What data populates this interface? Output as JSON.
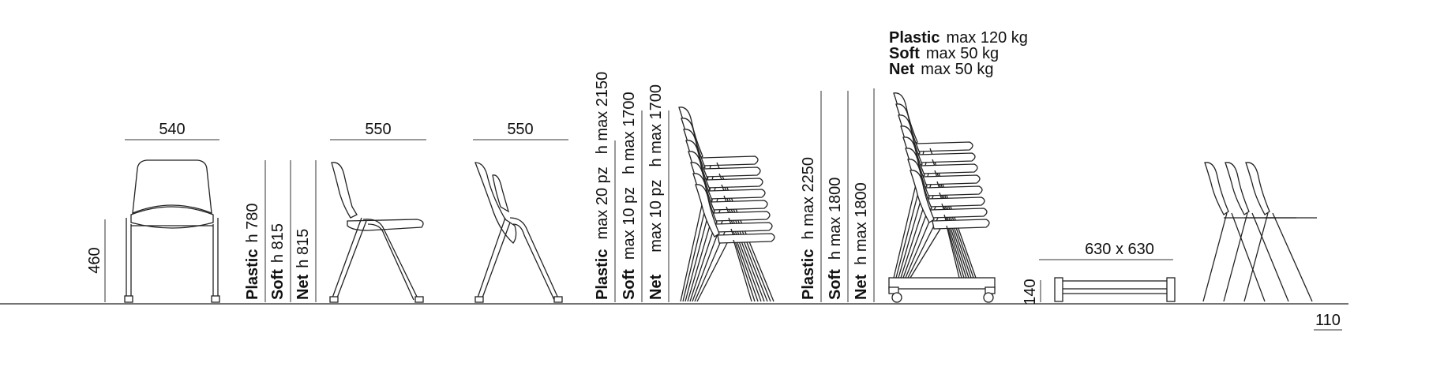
{
  "dimensions": {
    "front_width": "540",
    "seat_height": "460",
    "side_width_1": "550",
    "side_width_2": "550",
    "trolley_footprint": "630 x 630",
    "trolley_height": "140",
    "row_pitch": "110"
  },
  "heights": [
    {
      "material": "Plastic",
      "value": "h 780"
    },
    {
      "material": "Soft",
      "value": "h 815"
    },
    {
      "material": "Net",
      "value": "h 815"
    }
  ],
  "stack_floor": [
    {
      "material": "Plastic",
      "count": "max 20 pz",
      "height": "h max 2150"
    },
    {
      "material": "Soft",
      "count": "max 10 pz",
      "height": "h max 1700"
    },
    {
      "material": "Net",
      "count": "max 10 pz",
      "height": "h max 1700"
    }
  ],
  "stack_trolley": [
    {
      "material": "Plastic",
      "height": "h max 2250"
    },
    {
      "material": "Soft",
      "height": "h max 1800"
    },
    {
      "material": "Net",
      "height": "h max 1800"
    }
  ],
  "trolley_load": [
    {
      "material": "Plastic",
      "value": "max 120 kg"
    },
    {
      "material": "Soft",
      "value": "max 50 kg"
    },
    {
      "material": "Net",
      "value": "max 50 kg"
    }
  ]
}
